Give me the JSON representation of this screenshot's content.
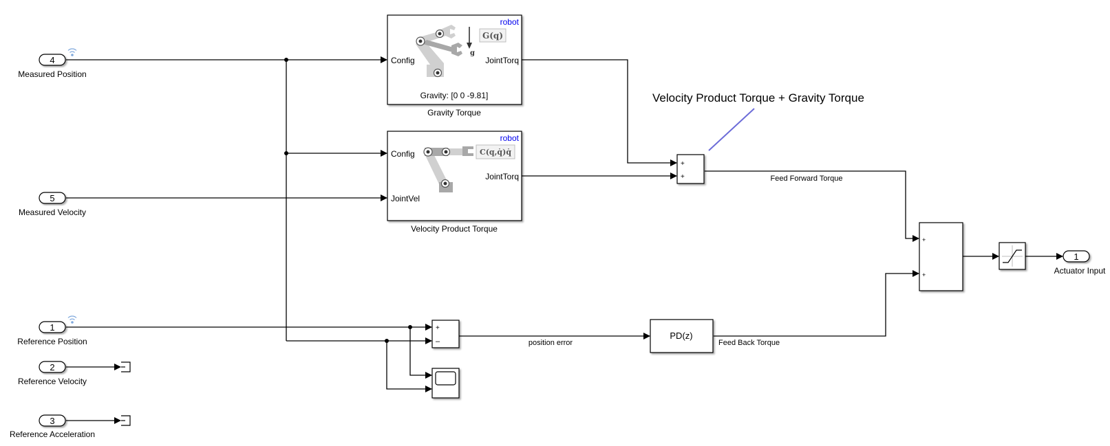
{
  "diagram": {
    "inports": [
      {
        "id": "in4",
        "number": "4",
        "label": "Measured Position",
        "signal_logging": true
      },
      {
        "id": "in5",
        "number": "5",
        "label": "Measured Velocity",
        "signal_logging": false
      },
      {
        "id": "in1",
        "number": "1",
        "label": "Reference Position",
        "signal_logging": true
      },
      {
        "id": "in2",
        "number": "2",
        "label": "Reference Velocity",
        "signal_logging": false
      },
      {
        "id": "in3",
        "number": "3",
        "label": "Reference Acceleration",
        "signal_logging": false
      }
    ],
    "outports": [
      {
        "id": "out1",
        "number": "1",
        "label": "Actuator Input"
      }
    ],
    "gravity_block": {
      "name": "Gravity Torque",
      "tag": "robot",
      "input": "Config",
      "output": "JointTorq",
      "formula": "G(q)",
      "gravity_symbol": "g",
      "param": "Gravity: [0 0 -9.81]"
    },
    "velocity_block": {
      "name": "Velocity Product Torque",
      "tag": "robot",
      "inputs": [
        "Config",
        "JointVel"
      ],
      "output": "JointTorq",
      "formula": "C(q,q̇)q̇"
    },
    "sum_ff": {
      "signs": [
        "+",
        "+"
      ]
    },
    "sum_err": {
      "signs": [
        "+",
        "–"
      ]
    },
    "sum_total": {
      "signs": [
        "+",
        "+"
      ]
    },
    "pd_block": {
      "label": "PD(z)"
    },
    "signals": {
      "feed_forward": "Feed Forward Torque",
      "position_error": "position error",
      "feed_back": "Feed Back Torque"
    },
    "annotation": {
      "text": "Velocity Product Torque + Gravity Torque",
      "line_color": "#6c6cd8"
    },
    "colors": {
      "robot_tag": "#0000ee",
      "logging_icon": "#7fa8dc",
      "robot_light": "#d0d0d0",
      "robot_mid": "#a8a8a8"
    }
  }
}
